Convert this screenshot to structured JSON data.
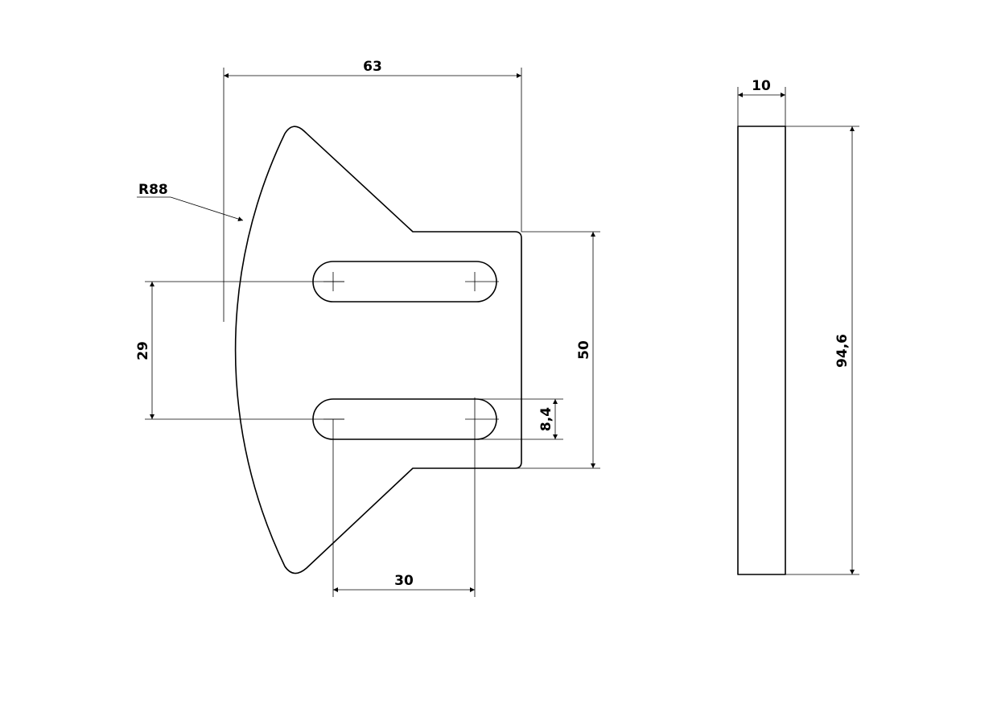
{
  "drawing": {
    "front_view": {
      "width": "63",
      "radius": "R88",
      "slot_spacing": "29",
      "height": "50",
      "slot_width": "8,4",
      "slot_length": "30"
    },
    "side_view": {
      "thickness": "10",
      "length": "94,6"
    }
  }
}
